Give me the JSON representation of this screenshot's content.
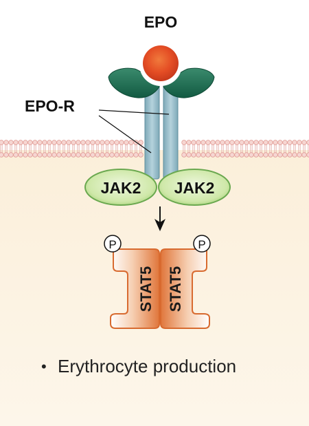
{
  "diagram": {
    "ligand_label": "EPO",
    "receptor_label": "EPO-R",
    "kinase_left_label": "JAK2",
    "kinase_right_label": "JAK2",
    "phospho_left_label": "P",
    "phospho_right_label": "P",
    "stat_left_label": "STAT5",
    "stat_right_label": "STAT5",
    "outcome_bullet": "•",
    "outcome_text": "Erythrocyte production"
  },
  "colors": {
    "cytoplasm": "#fbefd9",
    "membrane_head": "#f2c7c2",
    "ligand": "#e8502c",
    "receptor_head": "#1e6b52",
    "receptor_stem": "#8fb8c6",
    "jak2_fill": "#cde9a8",
    "jak2_stroke": "#6aa84f",
    "stat5_fill": "#e0763b"
  }
}
